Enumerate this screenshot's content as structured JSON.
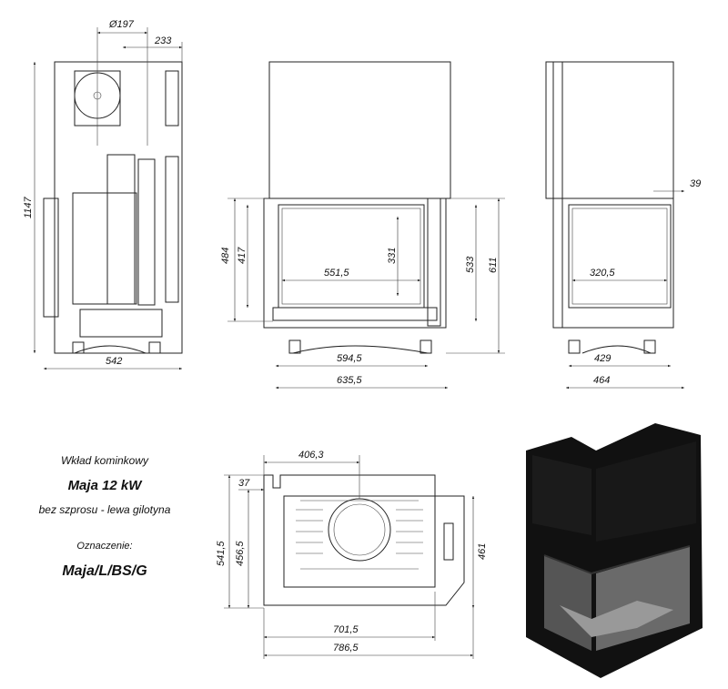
{
  "product": {
    "type_label": "Wkład kominkowy",
    "name": "Maja 12 kW",
    "variant": "bez szprosu - lewa gilotyna",
    "designation_label": "Oznaczenie:",
    "designation": "Maja/L/BS/G"
  },
  "side_view": {
    "diameter": "Ø197",
    "offset": "233",
    "height": "1147",
    "depth": "542"
  },
  "front_view": {
    "h_484": "484",
    "h_417": "417",
    "h_331": "331",
    "w_551": "551,5",
    "h_533": "533",
    "h_611": "611",
    "w_594": "594,5",
    "w_635": "635,5"
  },
  "right_view": {
    "d_39": "39",
    "w_320": "320,5",
    "w_429": "429",
    "w_464": "464"
  },
  "plan_view": {
    "w_406": "406,3",
    "d_37": "37",
    "h_541": "541,5",
    "h_456": "456,5",
    "h_461": "461",
    "w_701": "701,5",
    "w_786": "786,5"
  }
}
